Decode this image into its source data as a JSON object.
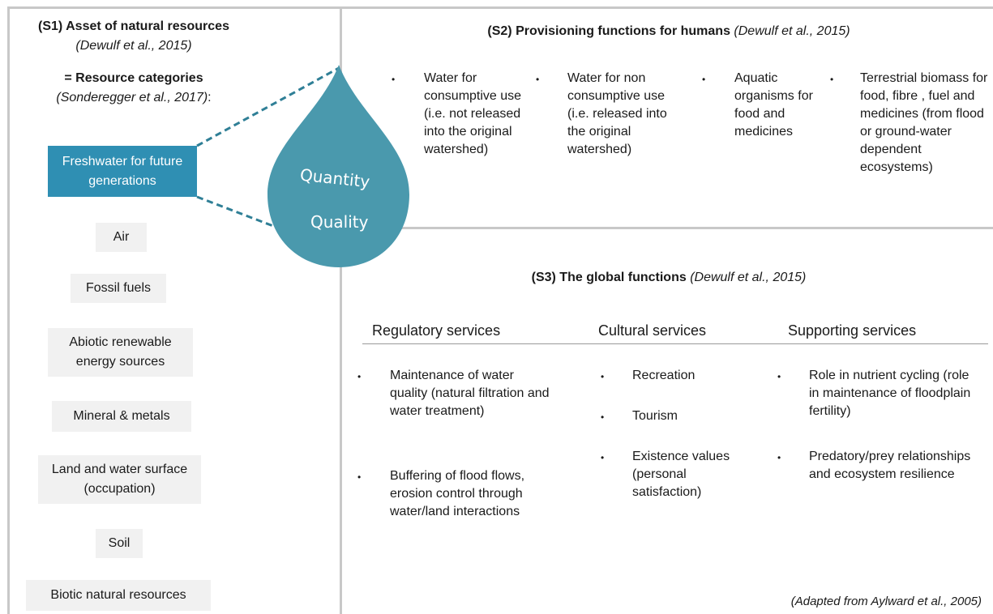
{
  "s1": {
    "title": "(S1) Asset of natural resources",
    "cite": "(Dewulf et al., 2015)",
    "resource_categories": "= Resource categories",
    "rc_cite": "(Sonderegger et al., 2017)",
    "rc_colon": ":",
    "categories": [
      "Freshwater for future generations",
      "Air",
      "Fossil fuels",
      "Abiotic renewable energy sources",
      "Mineral & metals",
      "Land and water surface (occupation)",
      "Soil",
      "Biotic natural resources"
    ],
    "selected_color": "#2f8fb3"
  },
  "drop": {
    "label_quantity": "Quantity",
    "label_quality": "Quality",
    "color": "#4a99ad"
  },
  "s2": {
    "title": "(S2) Provisioning functions for humans",
    "cite": "(Dewulf et al., 2015)",
    "items": [
      "Water for consumptive use (i.e. not released into the original watershed)",
      "Water for non consumptive use (i.e. released into the original watershed)",
      "Aquatic organisms for food and medicines",
      "Terrestrial biomass for food, fibre , fuel and medicines (from flood or ground-water dependent ecosystems)"
    ]
  },
  "s3": {
    "title": "(S3) The global functions",
    "cite": "(Dewulf et al., 2015)",
    "columns": [
      {
        "title": "Regulatory services",
        "items": [
          "Maintenance of water quality (natural filtration and water treatment)",
          "Buffering of flood flows, erosion control through water/land interactions"
        ]
      },
      {
        "title": "Cultural services",
        "items": [
          "Recreation",
          "Tourism",
          "Existence values (personal satisfaction)"
        ]
      },
      {
        "title": "Supporting services",
        "items": [
          "Role in nutrient cycling (role in maintenance of floodplain fertility)",
          "Predatory/prey relationships and ecosystem resilience"
        ]
      }
    ]
  },
  "footer": "(Adapted from Aylward et al., 2005)",
  "bullet": "•"
}
